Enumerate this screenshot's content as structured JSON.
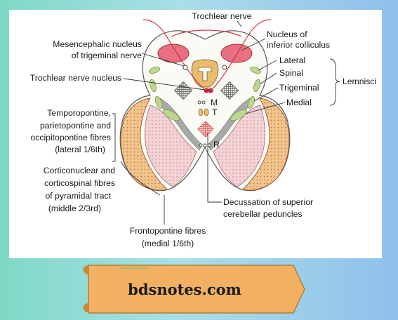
{
  "labels": {
    "trochlear_nerve": "Trochlear nerve",
    "nucleus_inf_coll_1": "Nucleus of",
    "nucleus_inf_coll_2": "inferior colliculus",
    "mesencephalic_1": "Mesencephalic nucleus",
    "mesencephalic_2": "of trigeminal nerve",
    "trochlear_nucleus": "Trochlear nerve nucleus",
    "lateral": "Lateral",
    "spinal": "Spinal",
    "trigeminal": "Trigeminal",
    "medial": "Medial",
    "lemnisci": "Lemnisci",
    "m": "M",
    "t": "T",
    "r": "R",
    "temporo_1": "Temporopontine,",
    "temporo_2": "parietopontine and",
    "temporo_3": "occipitopontine fibres",
    "temporo_4": "(lateral 1/6th)",
    "cortico_1": "Corticonuclear and",
    "cortico_2": "corticospinal fibres",
    "cortico_3": "of pyramidal tract",
    "cortico_4": "(middle 2/3rd)",
    "decussation_1": "Decussation of superior",
    "decussation_2": "cerebellar peduncles",
    "fronto_1": "Frontopontine fibres",
    "fronto_2": "(medial 1/6th)"
  },
  "banner": {
    "text": "bdsnotes.com"
  },
  "colors": {
    "background_left": "#7fd9c6",
    "background_right": "#8fc0ec",
    "banner_fill": "#f2b062",
    "peduncle_fill": "#f2c48a",
    "pyramidal_fill": "#f3d3d6",
    "colliculus_fill": "#e9707f",
    "lemniscus_fill": "#bcd88f",
    "nerve_line": "#d1363e"
  }
}
